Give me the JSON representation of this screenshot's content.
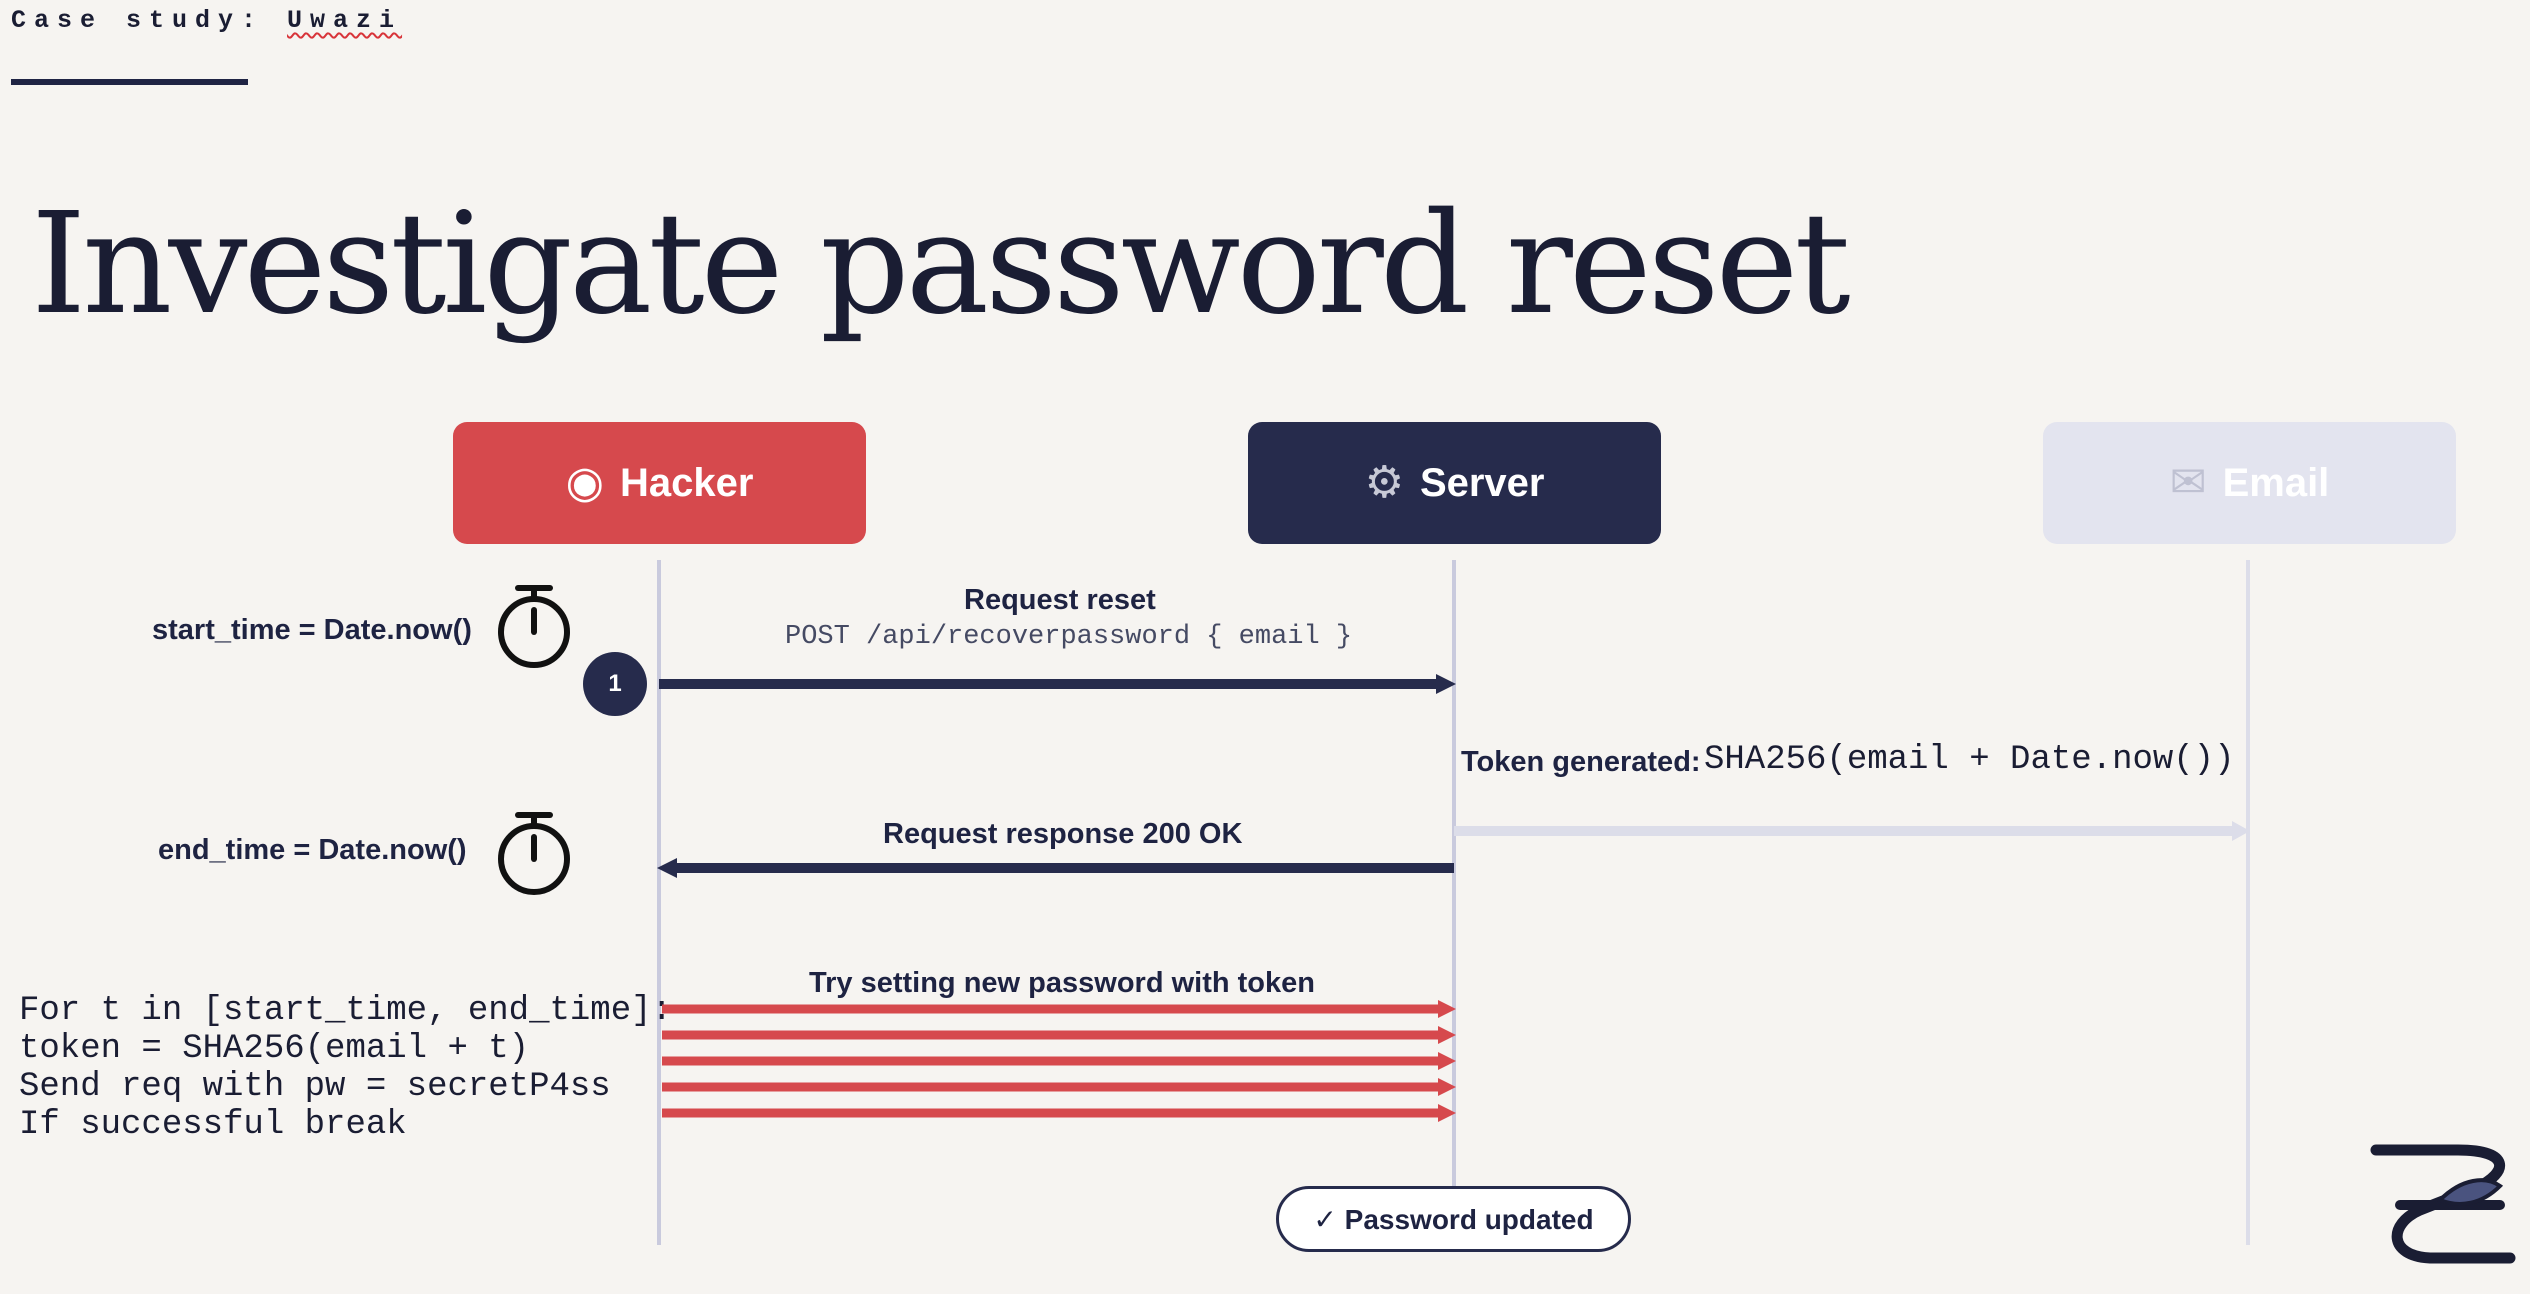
{
  "slide": {
    "kicker_prefix": "Case study: ",
    "kicker_name": "Uwazi",
    "title": "Investigate password reset"
  },
  "actors": [
    {
      "name": "Hacker",
      "icon": "target-icon",
      "glyph": "◉",
      "color": "#d6494d"
    },
    {
      "name": "Server",
      "icon": "gear-icon",
      "glyph": "⚙",
      "color": "#262b4c"
    },
    {
      "name": "Email",
      "icon": "envelope-icon",
      "glyph": "✉",
      "color": "#e3e4ef"
    }
  ],
  "messages": {
    "request_reset": {
      "title": "Request reset",
      "detail": "POST /api/recoverpassword { email }",
      "step": "1"
    },
    "token_generated": {
      "label": "Token generated:",
      "formula": "SHA256(email + Date.now())"
    },
    "response": {
      "title": "Request response 200 OK"
    },
    "brute_force": {
      "title": "Try setting new password with token",
      "attempts": 5
    }
  },
  "timers": {
    "start": "start_time = Date.now()",
    "end": "end_time = Date.now()"
  },
  "loop_code": [
    "For t in [start_time, end_time]:",
    "token = SHA256(email + t)",
    "Send req with pw = secretP4ss",
    "If successful break"
  ],
  "result": {
    "label": "✓ Password updated"
  },
  "colors": {
    "navy": "#262b4c",
    "red": "#d6494d",
    "background": "#f6f4f1",
    "lifeline": "#c9cadd"
  }
}
